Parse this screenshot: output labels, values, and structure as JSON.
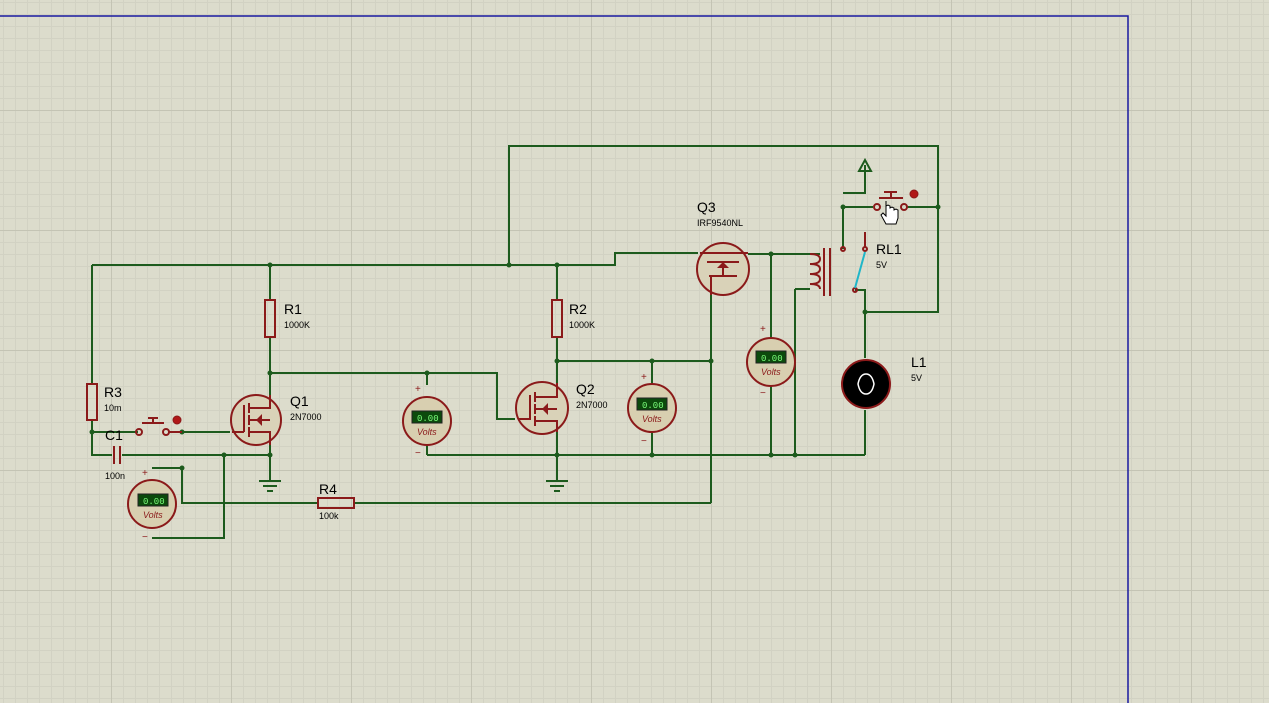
{
  "components": {
    "R1": {
      "ref": "R1",
      "value": "1000K"
    },
    "R2": {
      "ref": "R2",
      "value": "1000K"
    },
    "R3": {
      "ref": "R3",
      "value": "10m"
    },
    "R4": {
      "ref": "R4",
      "value": "100k"
    },
    "C1": {
      "ref": "C1",
      "value": "100n"
    },
    "Q1": {
      "ref": "Q1",
      "value": "2N7000"
    },
    "Q2": {
      "ref": "Q2",
      "value": "2N7000"
    },
    "Q3": {
      "ref": "Q3",
      "value": "IRF9540NL"
    },
    "RL1": {
      "ref": "RL1",
      "value": "5V"
    },
    "L1": {
      "ref": "L1",
      "value": "5V"
    }
  },
  "meters": [
    {
      "reading": "0.00",
      "unit": "Volts",
      "plus": "+",
      "minus": "−"
    },
    {
      "reading": "0.00",
      "unit": "Volts",
      "plus": "+",
      "minus": "−"
    },
    {
      "reading": "0.00",
      "unit": "Volts",
      "plus": "+",
      "minus": "−"
    },
    {
      "reading": "0.00",
      "unit": "Volts",
      "plus": "+",
      "minus": "−"
    }
  ],
  "colors": {
    "wire": "#1d5b1d",
    "component": "#8b1a1a",
    "sheet_border": "#1a1aa0"
  }
}
